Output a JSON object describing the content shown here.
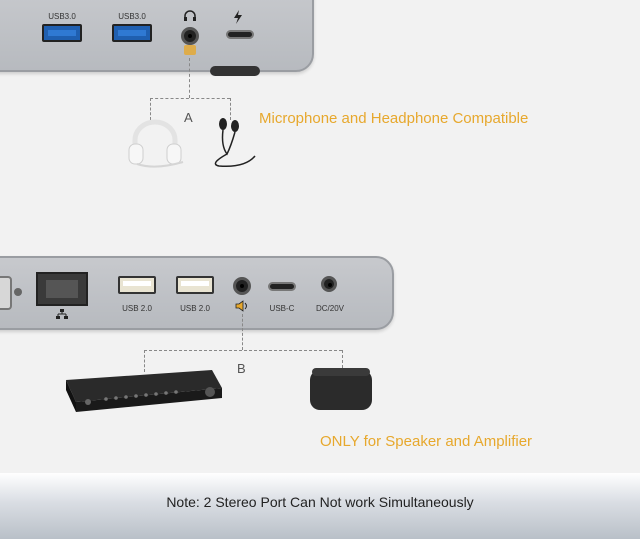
{
  "top_dock": {
    "ports": [
      {
        "label": "USB3.0",
        "icon": "usb3-port"
      },
      {
        "label": "USB3.0",
        "icon": "usb3-port"
      },
      {
        "label": "",
        "icon": "headphone-jack-icon"
      },
      {
        "label": "",
        "icon": "thunderbolt-icon"
      }
    ],
    "branch_letter": "A",
    "caption": "Microphone and Headphone Compatible"
  },
  "bottom_dock": {
    "ports": [
      {
        "label": "",
        "icon": "ethernet-port"
      },
      {
        "label": "USB 2.0",
        "icon": "usb2-port"
      },
      {
        "label": "USB 2.0",
        "icon": "usb2-port"
      },
      {
        "label": "",
        "icon": "speaker-jack-icon"
      },
      {
        "label": "USB-C",
        "icon": "usb-c-port"
      },
      {
        "label": "DC/20V",
        "icon": "dc-power-port"
      }
    ],
    "branch_letter": "B",
    "caption": "ONLY for Speaker and Amplifier"
  },
  "note": "Note: 2 Stereo Port Can Not work Simultaneously",
  "colors": {
    "accent": "#e7a82d",
    "dock": "#bfc2c6",
    "usb3_blue": "#1f5fb0"
  }
}
